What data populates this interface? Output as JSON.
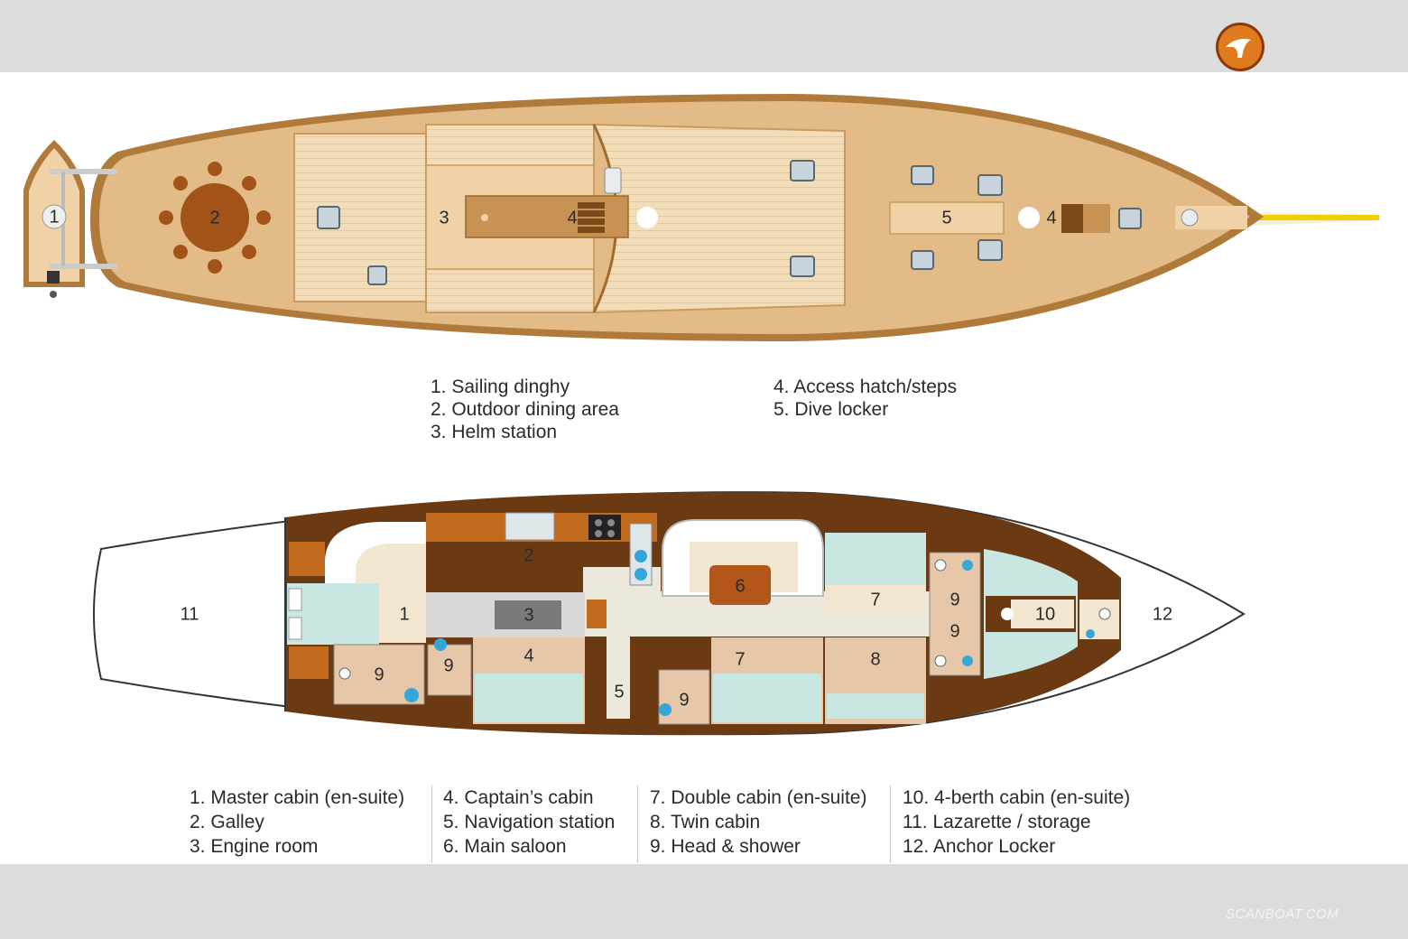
{
  "deck_plan": {
    "callouts": [
      "1",
      "2",
      "3",
      "4",
      "5",
      "4"
    ],
    "legend_left": [
      "1. Sailing dinghy",
      "2. Outdoor dining area",
      "3. Helm station"
    ],
    "legend_right": [
      "4. Access hatch/steps",
      "5. Dive locker"
    ]
  },
  "interior_plan": {
    "callouts": [
      "11",
      "1",
      "2",
      "3",
      "4",
      "5",
      "6",
      "7",
      "7",
      "8",
      "9",
      "9",
      "9",
      "9",
      "9",
      "10",
      "12"
    ],
    "legend_col1": [
      "1. Master cabin (en-suite)",
      "2. Galley",
      "3. Engine room"
    ],
    "legend_col2": [
      "4. Captain’s cabin",
      "5. Navigation station",
      "6. Main saloon"
    ],
    "legend_col3": [
      "7. Double cabin (en-suite)",
      "8. Twin cabin",
      "9. Head & shower"
    ],
    "legend_col4": [
      "10. 4-berth cabin (en-suite)",
      "11. Lazarette / storage",
      "12. Anchor Locker"
    ]
  },
  "watermark": "SCANBOAT.COM",
  "colors": {
    "deck_wood": "#e2bb86",
    "hull_brown": "#6b3a12",
    "cabin_mint": "#c8e6e2",
    "logo_orange": "#e07a1e"
  },
  "icons": [
    "scanboat-logo-icon"
  ]
}
